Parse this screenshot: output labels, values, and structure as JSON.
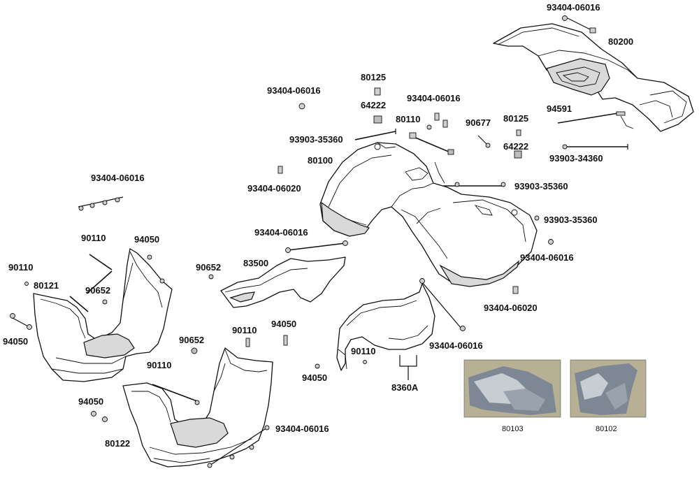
{
  "diagram": {
    "labels": {
      "p_93404_06016_top": "93404-06016",
      "p_80200": "80200",
      "p_80125_a": "80125",
      "p_93404_06016_b": "93404-06016",
      "p_64222_a": "64222",
      "p_93404_06016_c": "93404-06016",
      "p_80110": "80110",
      "p_90677": "90677",
      "p_80125_b": "80125",
      "p_94591": "94591",
      "p_93903_35360_a": "93903-35360",
      "p_64222_b": "64222",
      "p_80100": "80100",
      "p_93903_34360": "93903-34360",
      "p_93404_06020_a": "93404-06020",
      "p_93903_35360_b": "93903-35360",
      "p_93404_06016_d": "93404-06016",
      "p_93903_35360_c": "93903-35360",
      "p_93404_06016_e": "93404-06016",
      "p_90110_a": "90110",
      "p_94050_a": "94050",
      "p_93404_06016_f": "93404-06016",
      "p_90110_b": "90110",
      "p_90652_a": "90652",
      "p_83500": "83500",
      "p_80121": "80121",
      "p_90652_b": "90652",
      "p_93404_06020_b": "93404-06020",
      "p_94050_b": "94050",
      "p_90652_c": "90652",
      "p_90110_c": "90110",
      "p_94050_c": "94050",
      "p_93404_06016_g": "93404-06016",
      "p_90110_d": "90110",
      "p_90110_e": "90110",
      "p_94050_d": "94050",
      "p_8360A": "8360A",
      "p_94050_e": "94050",
      "p_93404_06016_h": "93404-06016",
      "p_80122": "80122"
    },
    "photos": {
      "left_caption": "80103",
      "right_caption": "80102"
    }
  }
}
